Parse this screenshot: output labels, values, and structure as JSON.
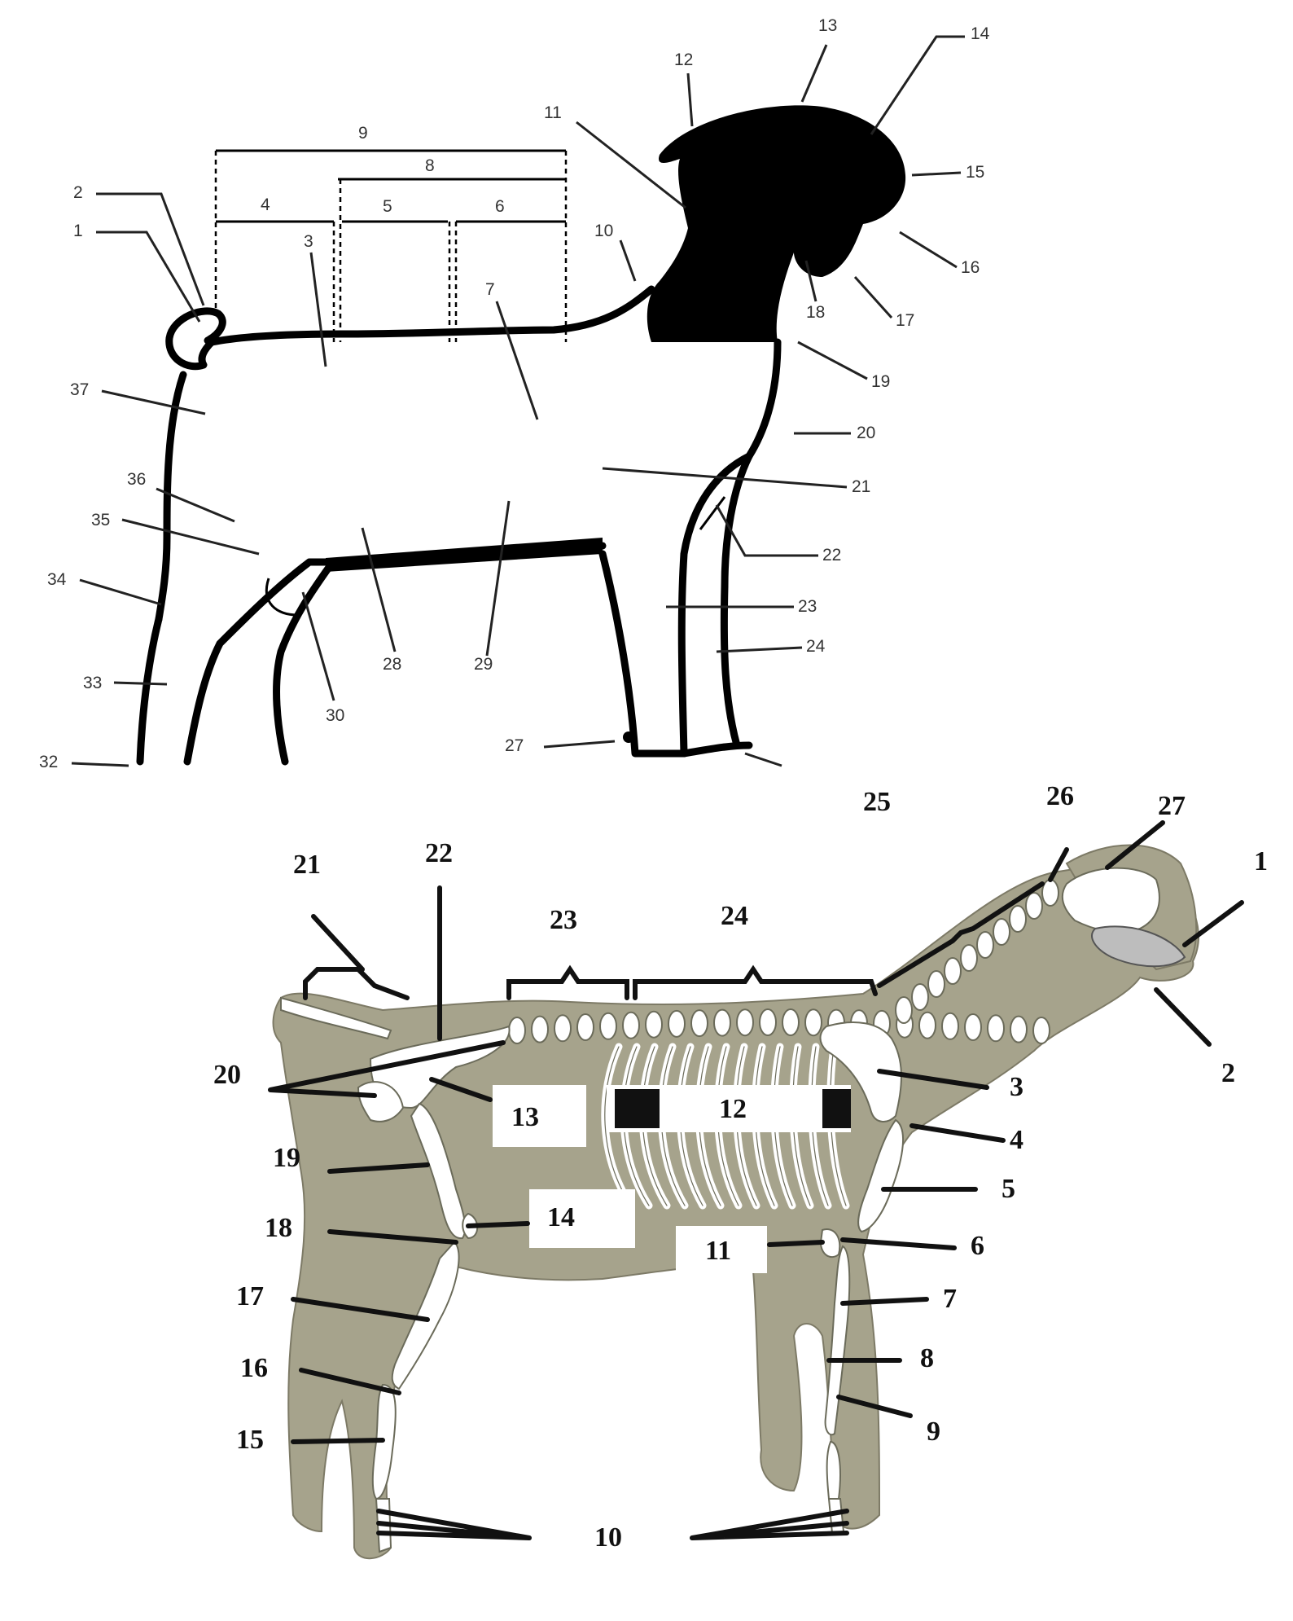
{
  "external_diagram": {
    "labels": [
      "1",
      "2",
      "3",
      "4",
      "5",
      "6",
      "7",
      "8",
      "9",
      "10",
      "11",
      "12",
      "13",
      "14",
      "15",
      "16",
      "17",
      "18",
      "19",
      "20",
      "21",
      "22",
      "23",
      "24",
      "27",
      "28",
      "29",
      "30",
      "32",
      "33",
      "34",
      "35",
      "36",
      "37"
    ]
  },
  "skeleton_diagram": {
    "labels": [
      "1",
      "2",
      "3",
      "4",
      "5",
      "6",
      "7",
      "8",
      "9",
      "10",
      "11",
      "12",
      "13",
      "14",
      "15",
      "16",
      "17",
      "18",
      "19",
      "20",
      "21",
      "22",
      "23",
      "24",
      "25",
      "26",
      "27"
    ]
  },
  "colors": {
    "body_fill": "#a6a38c",
    "head_fill": "#000000",
    "bone_fill": "#ffffff",
    "label_box": "#ffffff"
  }
}
